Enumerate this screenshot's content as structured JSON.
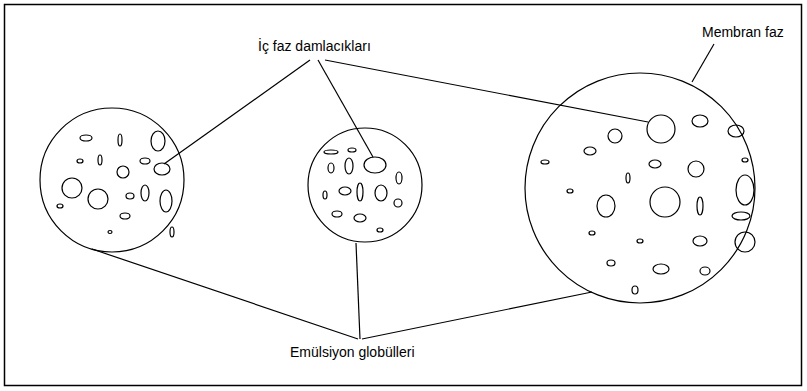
{
  "diagram": {
    "labels": [
      "İç faz damlacıkları",
      "Membran faz",
      "Emülsiyon globülleri"
    ]
  }
}
